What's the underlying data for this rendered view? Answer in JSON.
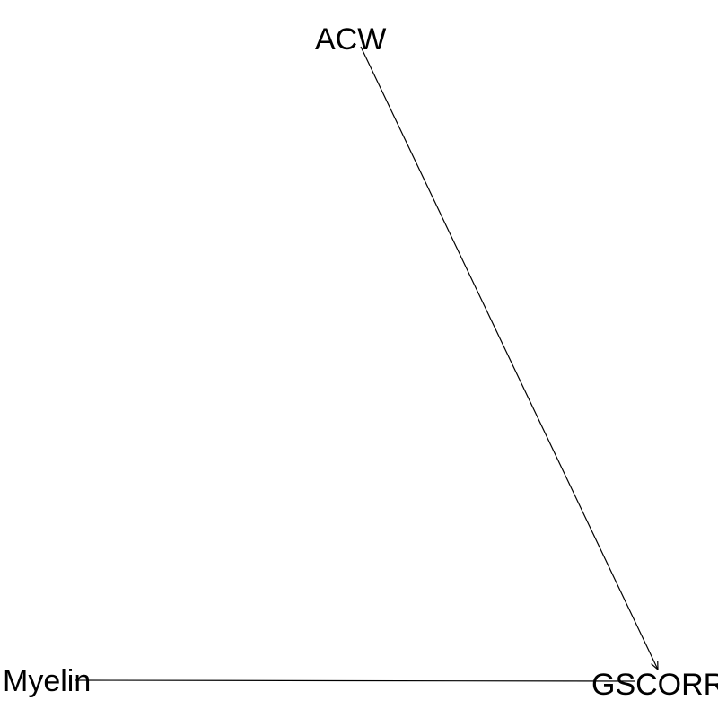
{
  "diagram": {
    "type": "directed-graph",
    "nodes": [
      {
        "id": "acw",
        "label": "ACW"
      },
      {
        "id": "gscorr",
        "label": "GSCORR"
      },
      {
        "id": "myelin",
        "label": "Myelin"
      }
    ],
    "edges": [
      {
        "from": "ACW",
        "to": "GSCORR",
        "directed": true
      },
      {
        "from": "Myelin",
        "to": "GSCORR",
        "directed": false
      }
    ]
  },
  "colors": {
    "background": "#ffffff",
    "ink": "#000000"
  }
}
